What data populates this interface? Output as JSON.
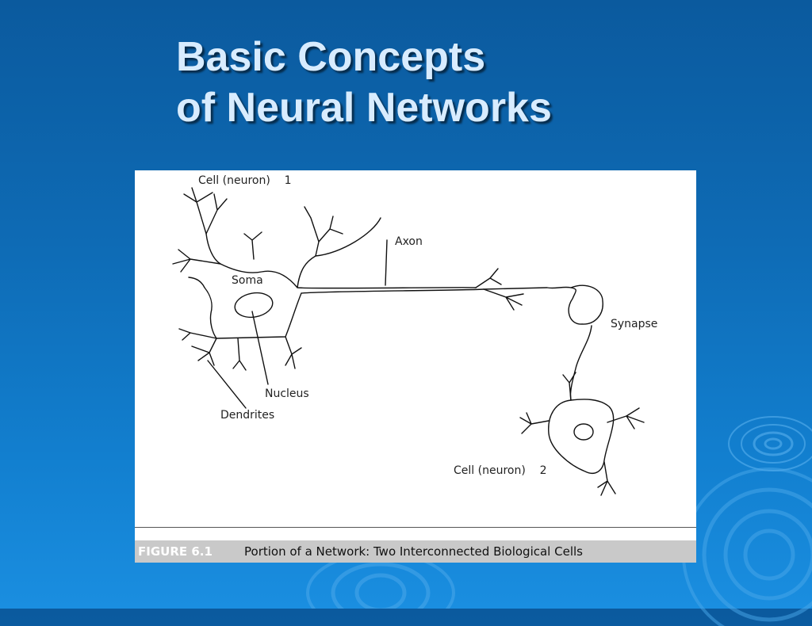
{
  "slide": {
    "title_line1": "Basic Concepts",
    "title_line2": "of Neural Networks",
    "title_color": "#d8ecff",
    "background_color": "#0e6bb5"
  },
  "figure": {
    "labels": {
      "cell1": "Cell (neuron)",
      "cell1_num": "1",
      "soma": "Soma",
      "axon": "Axon",
      "synapse": "Synapse",
      "nucleus": "Nucleus",
      "dendrites": "Dendrites",
      "cell2": "Cell (neuron)",
      "cell2_num": "2"
    },
    "caption_number": "FIGURE 6.1",
    "caption_text": "Portion of a Network: Two Interconnected Biological Cells"
  }
}
